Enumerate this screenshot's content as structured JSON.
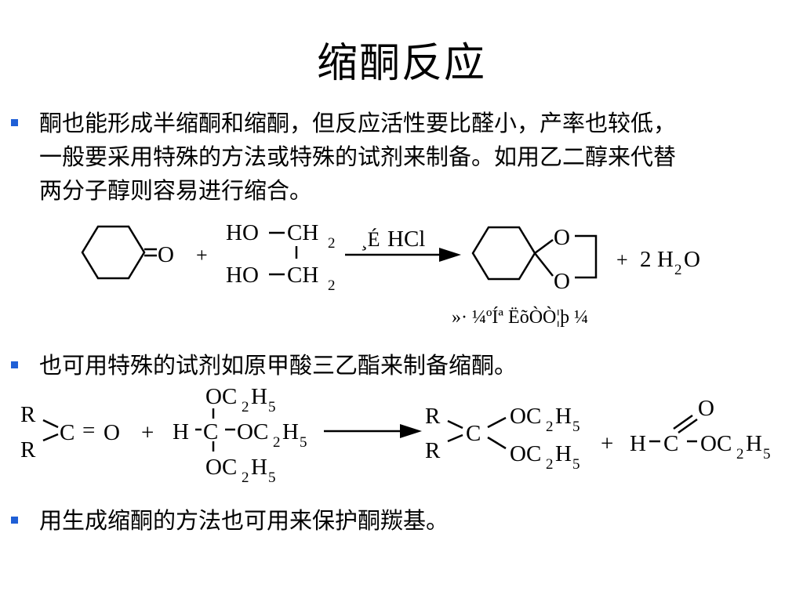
{
  "title": "缩酮反应",
  "bullets": [
    {
      "lines": [
        "酮也能形成半缩酮和缩酮，但反应活性要比醛小，产率也较低，",
        "一般要采用特殊的方法或特殊的试剂来制备。如用乙二醇来代替",
        "两分子醇则容易进行缩合。"
      ]
    },
    {
      "lines": [
        "也可用特殊的试剂如原甲酸三乙酯来制备缩酮。"
      ]
    },
    {
      "lines": [
        "用生成缩酮的方法也可用来保护酮羰基。"
      ]
    }
  ],
  "reaction1": {
    "ketone_o": "O",
    "plus": "+",
    "diol_top_ho": "HO",
    "diol_top_ch": "CH",
    "diol_top_sub": "2",
    "diol_bot_ho": "HO",
    "diol_bot_ch": "CH",
    "diol_bot_sub": "2",
    "catalyst_prefix": "¸É",
    "catalyst": "HCl",
    "ring_o_top": "O",
    "ring_o_bottom": "O",
    "plus2": "+",
    "water_coef": "2",
    "water_h": "H",
    "water_sub": "2",
    "water_o": "O",
    "garbled_caption": "»· ¼ºÍª ËõÒÒ¦þ ¼"
  },
  "reaction2": {
    "r_top": "R",
    "r_bot": "R",
    "c": "C",
    "eq": "=",
    "o": "O",
    "plus": "+",
    "orthoester_top": "OC",
    "orthoester_h": "H",
    "sub2": "2",
    "sub5": "5",
    "h_dash": "H",
    "c_center": "C",
    "orthoester_right": "OC",
    "orthoester_bottom": "OC",
    "prod_r_top": "R",
    "prod_r_bot": "R",
    "prod_c": "C",
    "prod_oc_top": "OC",
    "prod_oc_bot": "OC",
    "plus2": "+",
    "formate_h": "H",
    "formate_c": "C",
    "formate_o_top": "O",
    "formate_oc": "OC"
  }
}
